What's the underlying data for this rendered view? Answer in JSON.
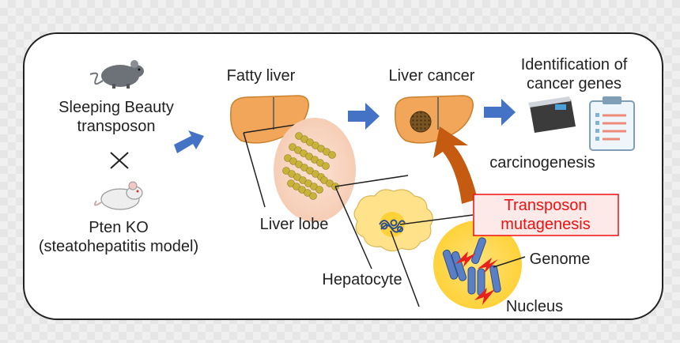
{
  "labels": {
    "source_line1": "Sleeping Beauty",
    "source_line2": "transposon",
    "cross_symbol": "×",
    "model_line1": "Pten KO",
    "model_line2": "(steatohepatitis model)",
    "fatty_liver": "Fatty liver",
    "liver_cancer": "Liver cancer",
    "identification_line1": "Identification of",
    "identification_line2": "cancer genes",
    "carcinogenesis": "carcinogenesis",
    "liver_lobe": "Liver lobe",
    "hepatocyte": "Hepatocyte",
    "mutagenesis_line1": "Transposon",
    "mutagenesis_line2": "mutagenesis",
    "genome": "Genome",
    "nucleus": "Nucleus"
  },
  "colors": {
    "frame": "#222222",
    "arrow_blue": "#4472c4",
    "liver_orange": "#f2a65a",
    "liver_outline": "#c9802e",
    "tumor": "#6b4a1e",
    "lobe_pink": "#f8d7c4",
    "cell_yellow": "#ffe28a",
    "nucleus_yellow": "#ffd54a",
    "curved_arrow": "#c55a11",
    "mutagenesis_red": "#ee1111",
    "mutagenesis_fill": "#fde9e7",
    "chromosome": "#5b7fc4",
    "bolt_red": "#e8211e"
  }
}
